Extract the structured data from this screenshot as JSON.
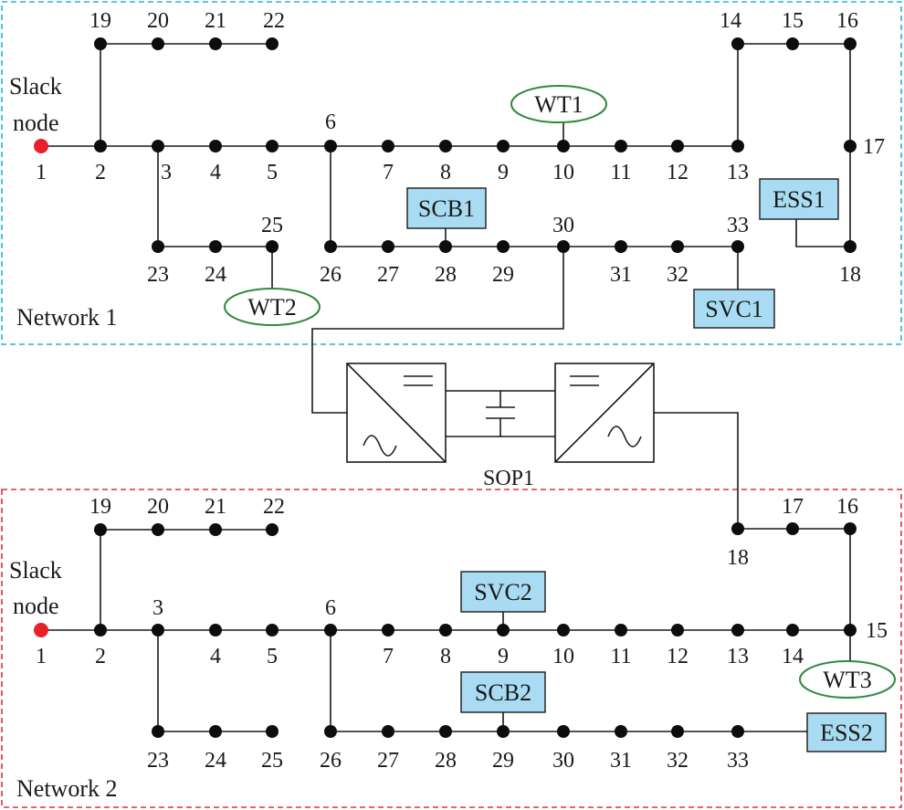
{
  "colors": {
    "network1_border": "#2ab0d0",
    "network2_border": "#e0323a",
    "slack_node": "#e8202a",
    "node": "#0d0d0d",
    "device_fill": "#a9dcf2",
    "wind_ellipse": "#2e8b3e"
  },
  "network1": {
    "label": "Network 1",
    "slack": {
      "line1": "Slack",
      "line2": "node"
    },
    "nodes": [
      "1",
      "2",
      "3",
      "4",
      "5",
      "6",
      "7",
      "8",
      "9",
      "10",
      "11",
      "12",
      "13",
      "14",
      "15",
      "16",
      "17",
      "18",
      "19",
      "20",
      "21",
      "22",
      "23",
      "24",
      "25",
      "26",
      "27",
      "28",
      "29",
      "30",
      "31",
      "32",
      "33"
    ],
    "devices": {
      "wt1": "WT1",
      "wt2": "WT2",
      "scb1": "SCB1",
      "svc1": "SVC1",
      "ess1": "ESS1"
    }
  },
  "network2": {
    "label": "Network 2",
    "slack": {
      "line1": "Slack",
      "line2": "node"
    },
    "nodes": [
      "1",
      "2",
      "3",
      "4",
      "5",
      "6",
      "7",
      "8",
      "9",
      "10",
      "11",
      "12",
      "13",
      "14",
      "15",
      "16",
      "17",
      "18",
      "19",
      "20",
      "21",
      "22",
      "23",
      "24",
      "25",
      "26",
      "27",
      "28",
      "29",
      "30",
      "31",
      "32",
      "33"
    ],
    "devices": {
      "wt3": "WT3",
      "svc2": "SVC2",
      "scb2": "SCB2",
      "ess2": "ESS2"
    }
  },
  "sop": {
    "label": "SOP1"
  }
}
